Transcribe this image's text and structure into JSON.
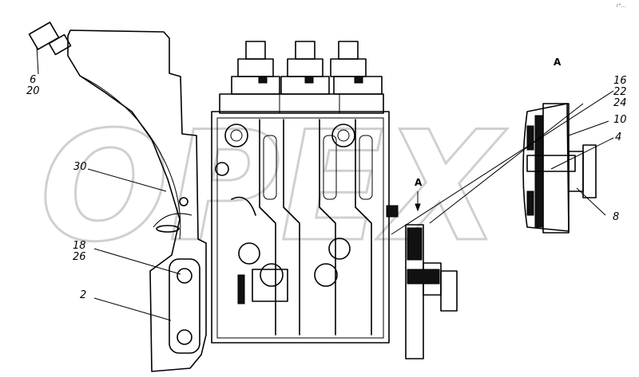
{
  "watermark": "OPEX",
  "corner_mark": "r°...",
  "view_labels": {
    "section_marker": "A",
    "view_title": "A"
  },
  "callouts": {
    "c6": "6",
    "c20": "20",
    "c30": "30",
    "c18": "18",
    "c26": "26",
    "c2": "2",
    "c16": "16",
    "c22": "22",
    "c24": "24",
    "c10": "10",
    "c4": "4",
    "c8": "8"
  }
}
